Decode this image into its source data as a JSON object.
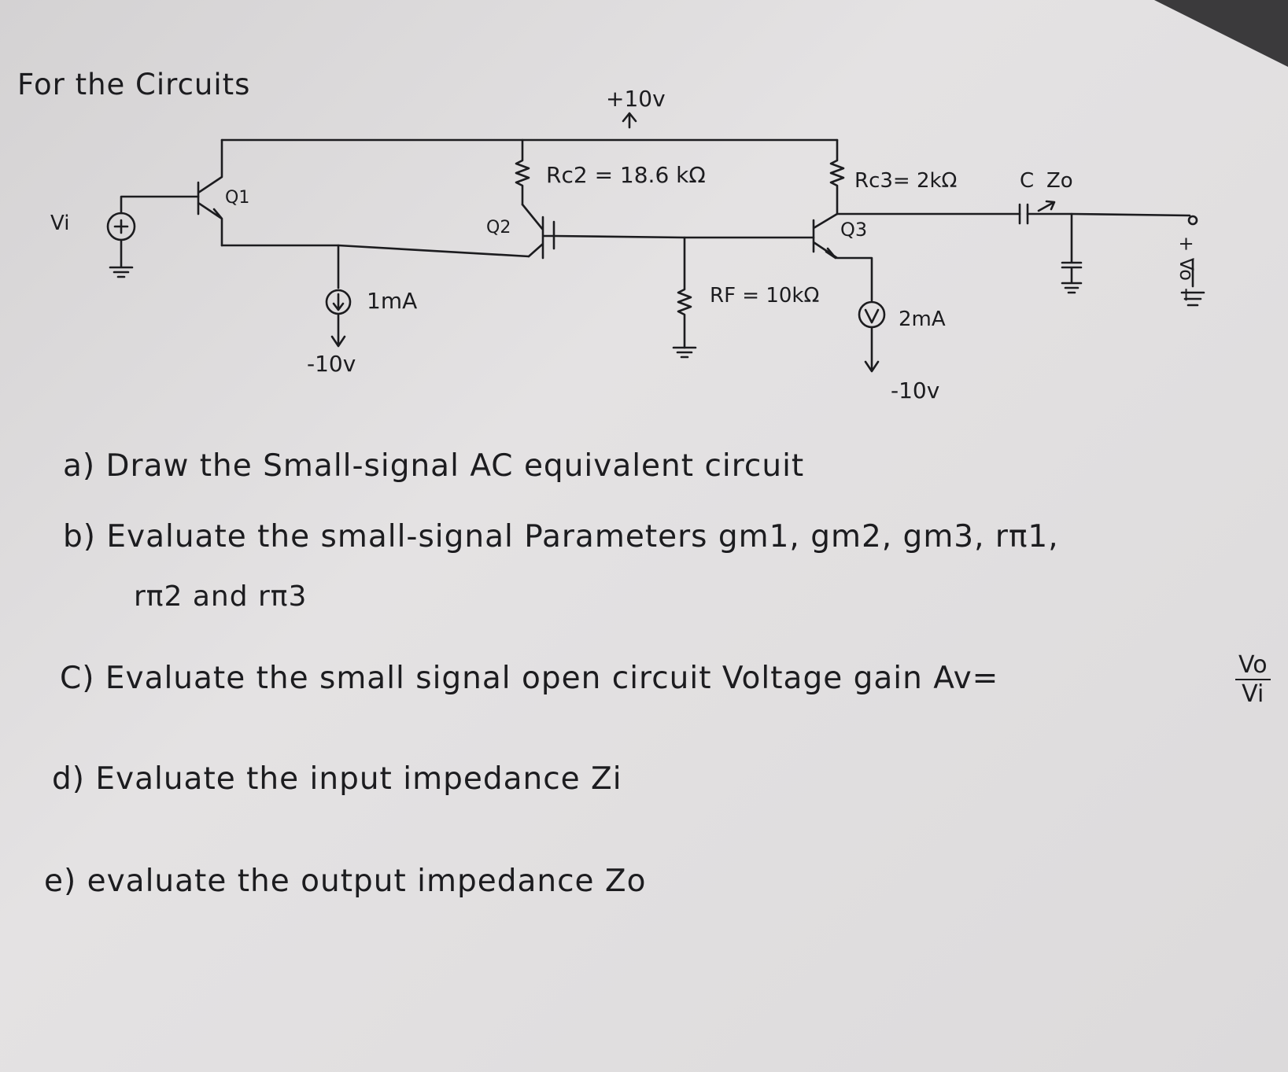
{
  "heading": "For the Circuits",
  "circuit": {
    "vcc_label": "+10v",
    "vi_label": "Vi",
    "q1_label": "Q1",
    "q2_label": "Q2",
    "q3_label": "Q3",
    "i1_label": "1mA",
    "vee1_label": "-10v",
    "rc2_label": "Rc2 = 18.6 kΩ",
    "rc3_label": "Rc3= 2kΩ",
    "c_label": "C",
    "zo_label": "Zo",
    "rf_label": "RF = 10kΩ",
    "i3_label": "2mA",
    "vee3_label": "-10v",
    "vo_label": "+ Vo −"
  },
  "questions": {
    "a": "a) Draw the Small-signal AC equivalent circuit",
    "b_line1": "b) Evaluate the small-signal Parameters gm1, gm2, gm3, rπ1,",
    "b_line2": "rπ2 and rπ3",
    "c": "C) Evaluate the small signal open circuit Voltage gain Av=",
    "c_num": "Vo",
    "c_den": "Vi",
    "d": "d) Evaluate the input impedance Zi",
    "e": "e) evaluate the output impedance Zo"
  }
}
